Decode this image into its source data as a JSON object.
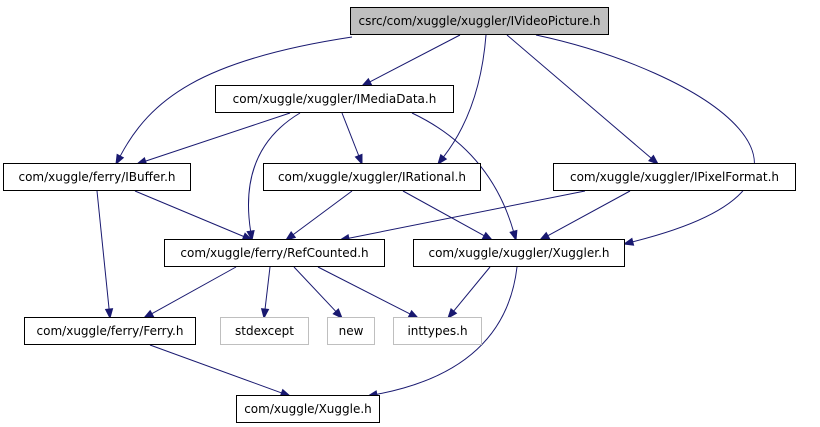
{
  "diagram": {
    "colors": {
      "edge": "#191970",
      "root_fill": "#bfbfbf",
      "node_border": "#000000",
      "external_border": "#bfbfbf",
      "background": "#ffffff"
    },
    "nodes": [
      {
        "id": "ivideopicture",
        "label": "csrc/com/xuggle/xuggler/IVideoPicture.h",
        "kind": "root"
      },
      {
        "id": "imediadata",
        "label": "com/xuggle/xuggler/IMediaData.h",
        "kind": "normal"
      },
      {
        "id": "ibuffer",
        "label": "com/xuggle/ferry/IBuffer.h",
        "kind": "normal"
      },
      {
        "id": "irational",
        "label": "com/xuggle/xuggler/IRational.h",
        "kind": "normal"
      },
      {
        "id": "ipixelformat",
        "label": "com/xuggle/xuggler/IPixelFormat.h",
        "kind": "normal"
      },
      {
        "id": "refcounted",
        "label": "com/xuggle/ferry/RefCounted.h",
        "kind": "normal"
      },
      {
        "id": "xugglerh",
        "label": "com/xuggle/xuggler/Xuggler.h",
        "kind": "normal"
      },
      {
        "id": "ferry",
        "label": "com/xuggle/ferry/Ferry.h",
        "kind": "normal"
      },
      {
        "id": "stdexcept",
        "label": "stdexcept",
        "kind": "external"
      },
      {
        "id": "new",
        "label": "new",
        "kind": "external"
      },
      {
        "id": "inttypes",
        "label": "inttypes.h",
        "kind": "external"
      },
      {
        "id": "xuggleh",
        "label": "com/xuggle/Xuggle.h",
        "kind": "normal"
      }
    ],
    "edges": [
      [
        "ivideopicture",
        "imediadata"
      ],
      [
        "ivideopicture",
        "ibuffer"
      ],
      [
        "ivideopicture",
        "irational"
      ],
      [
        "ivideopicture",
        "ipixelformat"
      ],
      [
        "ivideopicture",
        "xugglerh"
      ],
      [
        "imediadata",
        "ibuffer"
      ],
      [
        "imediadata",
        "refcounted"
      ],
      [
        "imediadata",
        "irational"
      ],
      [
        "imediadata",
        "xugglerh"
      ],
      [
        "ibuffer",
        "refcounted"
      ],
      [
        "ibuffer",
        "ferry"
      ],
      [
        "irational",
        "refcounted"
      ],
      [
        "irational",
        "xugglerh"
      ],
      [
        "ipixelformat",
        "refcounted"
      ],
      [
        "ipixelformat",
        "xugglerh"
      ],
      [
        "refcounted",
        "ferry"
      ],
      [
        "refcounted",
        "stdexcept"
      ],
      [
        "refcounted",
        "new"
      ],
      [
        "refcounted",
        "inttypes"
      ],
      [
        "xugglerh",
        "inttypes"
      ],
      [
        "xugglerh",
        "xuggleh"
      ],
      [
        "ferry",
        "xuggleh"
      ]
    ]
  }
}
